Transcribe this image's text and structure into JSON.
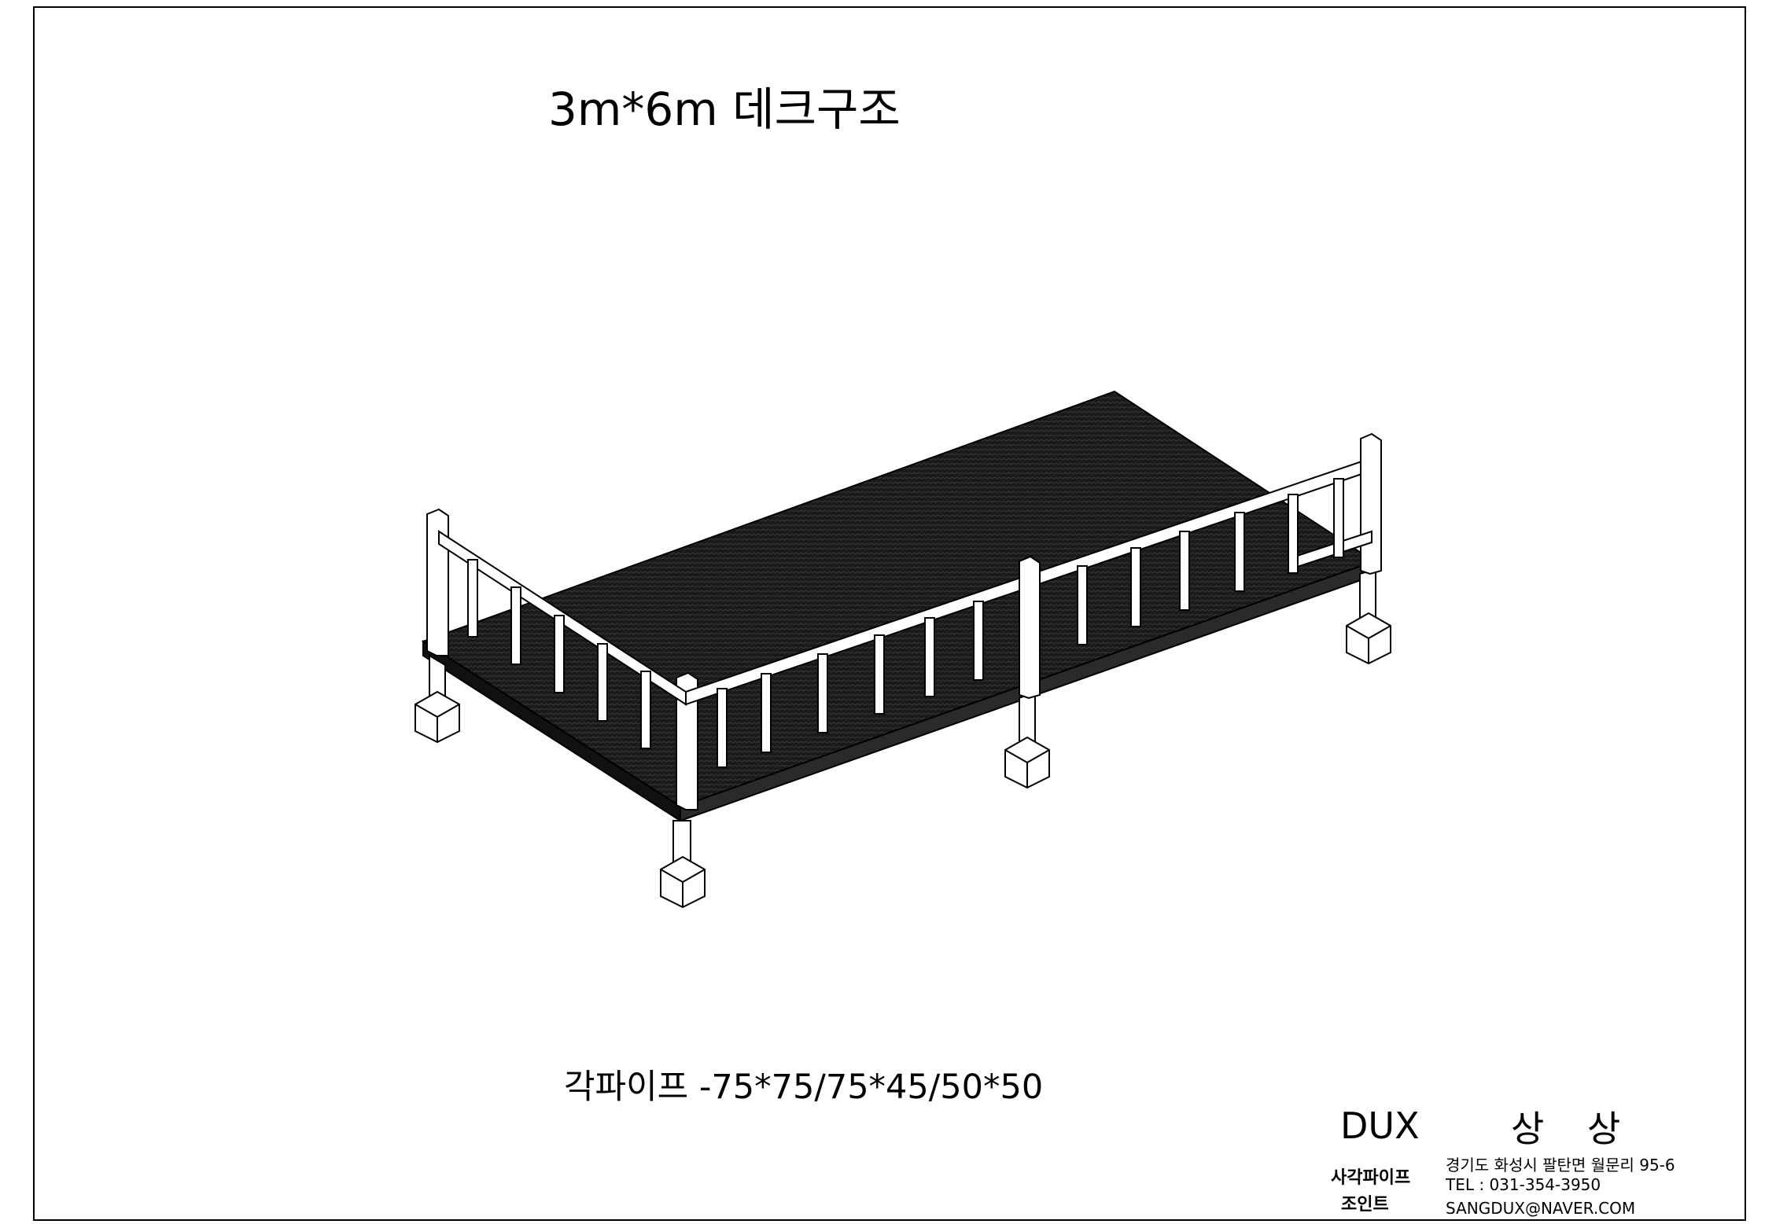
{
  "title": "3m*6m 데크구조",
  "spec": "각파이프 -75*75/75*45/50*50",
  "titleblock": {
    "brand": "DUX",
    "brand_ko": "상 상",
    "product_line1": "사각파이프",
    "product_line2": "조인트",
    "address": "경기도 화성시 팔탄면 월문리 95-6",
    "tel": "TEL : 031-354-3950",
    "email": "SANGDUX@NAVER.COM"
  },
  "colors": {
    "line": "#000000",
    "deck": "#1c1c1c",
    "paper": "#ffffff"
  }
}
